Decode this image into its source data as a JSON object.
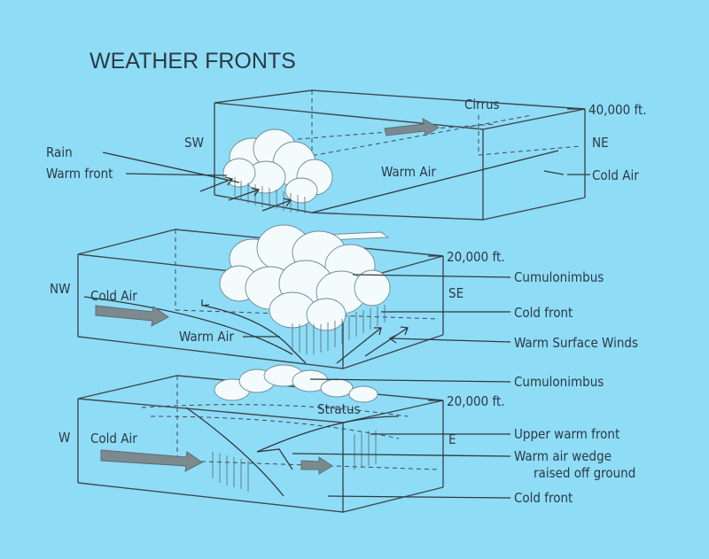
{
  "title": "WEATHER FRONTS",
  "panel_warm_front": {
    "altitude": "40,000 ft.",
    "dir_left": "SW",
    "dir_right": "NE",
    "labels": {
      "rain": "Rain",
      "warm_front": "Warm front",
      "cirrus": "Cirrus",
      "warm_air": "Warm Air",
      "cold_air": "Cold Air"
    }
  },
  "panel_cold_front": {
    "altitude": "20,000 ft.",
    "dir_left": "NW",
    "dir_right": "SE",
    "labels": {
      "cold_air": "Cold Air",
      "warm_air": "Warm Air",
      "cumulonimbus": "Cumulonimbus",
      "cold_front": "Cold front",
      "warm_surface_winds": "Warm Surface Winds"
    }
  },
  "panel_occluded": {
    "altitude": "20,000 ft.",
    "dir_left": "W",
    "dir_right": "E",
    "labels": {
      "cumulonimbus": "Cumulonimbus",
      "stratus": "Stratus",
      "cold_air": "Cold Air",
      "upper_warm_front": "Upper warm front",
      "warm_air_wedge_line1": "Warm air wedge",
      "warm_air_wedge_line2": "raised off ground",
      "cold_front": "Cold front"
    }
  }
}
